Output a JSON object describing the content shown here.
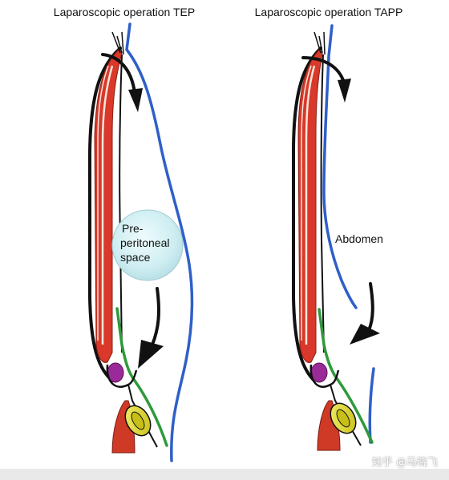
{
  "figure": {
    "left_panel": {
      "title": "Laparoscopic operation TEP",
      "bubble_label": [
        "Pre-",
        "peritoneal",
        "space"
      ]
    },
    "right_panel": {
      "title": "Laparoscopic operation TAPP",
      "cavity_label": "Abdomen"
    }
  },
  "watermark": {
    "text": "知乎 @马晓飞",
    "icon": "zhihu-logo-icon"
  },
  "colors": {
    "muscle_red": "#d9382a",
    "muscle_stripe": "#f2e6da",
    "peritoneum_blue": "#2f5fc8",
    "fascia_green": "#2e9a3a",
    "bubble": "#cfeef2",
    "purple_node": "#9a2a97",
    "yellow_cord": "#e0d82a",
    "cremaster_red": "#cf3a26",
    "background": "#ffffff",
    "bottom_band": "#e9e9ea"
  }
}
